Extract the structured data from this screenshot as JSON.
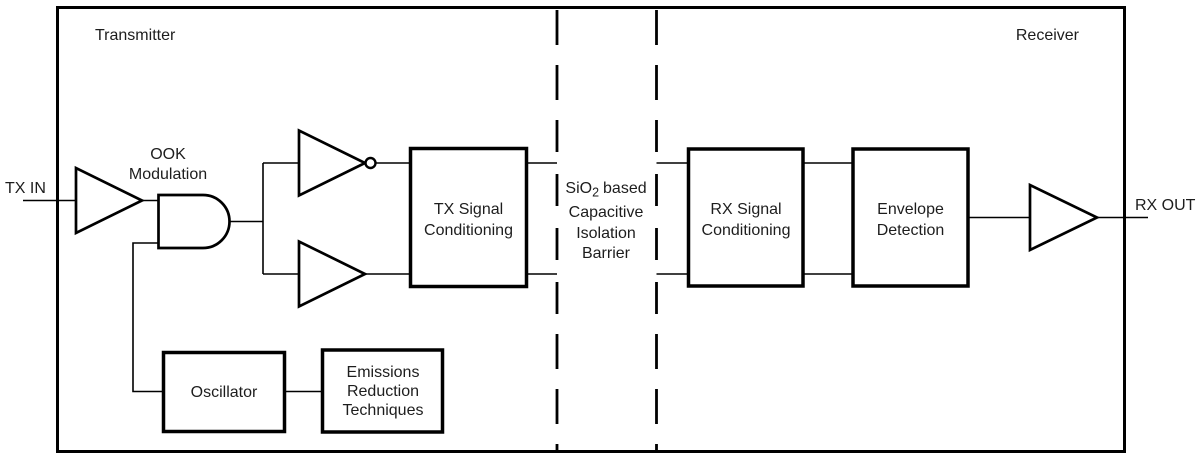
{
  "labels": {
    "transmitter": "Transmitter",
    "receiver": "Receiver",
    "tx_in": "TX IN",
    "rx_out": "RX OUT"
  },
  "modulation": {
    "line1": "OOK",
    "line2": "Modulation"
  },
  "barrier": {
    "l1_pre": "SiO",
    "l1_sub": "2",
    "l1_rest": "based",
    "l2": "Capacitive",
    "l3": "Isolation",
    "l4": "Barrier"
  },
  "blocks": {
    "tx_signal": {
      "l1": "TX Signal",
      "l2": "Conditioning"
    },
    "rx_signal": {
      "l1": "RX Signal",
      "l2": "Conditioning"
    },
    "envelope": {
      "l1": "Envelope",
      "l2": "Detection"
    },
    "oscillator": {
      "l1": "Oscillator"
    },
    "emissions": {
      "l1": "Emissions",
      "l2": "Reduction",
      "l3": "Techniques"
    }
  },
  "colors": {
    "ink": "#000000",
    "text": "#1d1d1d",
    "background": "#ffffff"
  }
}
